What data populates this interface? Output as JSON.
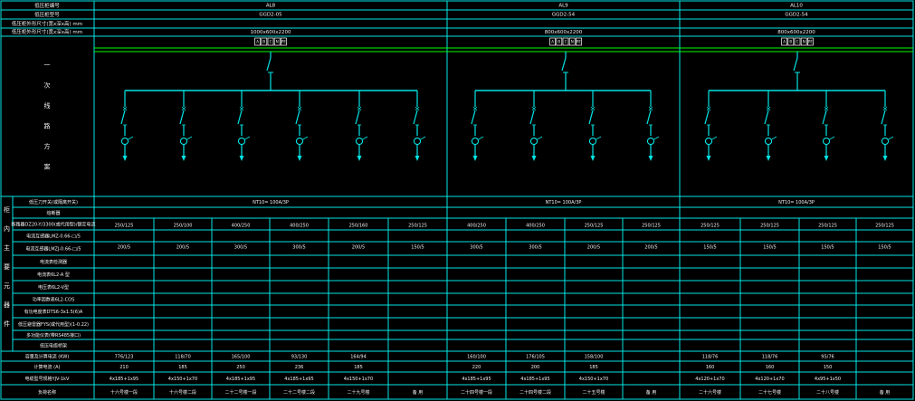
{
  "header": {
    "row_labels": [
      "低压柜编号",
      "低压柜型号",
      "低压柜外形尺寸(宽x深x高) mm"
    ],
    "panels": [
      {
        "id": "AL8",
        "model": "GGD2-05",
        "dims": "1000x600x2200"
      },
      {
        "id": "AL9",
        "model": "GGD2-54",
        "dims": "800x600x2200"
      },
      {
        "id": "AL10",
        "model": "GGD2-54",
        "dims": "800x600x2200"
      }
    ]
  },
  "primary_label": [
    "一",
    "次",
    "线",
    "路",
    "方",
    "案"
  ],
  "bus_tags": [
    "A",
    "B",
    "C",
    "N",
    "PE"
  ],
  "panel_feeders": [
    6,
    4,
    4
  ],
  "components": {
    "side_label": [
      "柜",
      "内",
      "主",
      "要",
      "元",
      "器",
      "件"
    ],
    "row_labels": [
      "低压刀开关(或隔离开关)",
      "熔断器",
      "断路器DZ20-Y/3300(或代用型)/额定电流",
      "电流互感器LMZ-0.66-□/5",
      "电流互感器LMZJ-0.66-□/5",
      "电流表检测器",
      "电流表6L2-A 型",
      "电压表6L2-V型",
      "功率因数表6L2-COS",
      "有功电度表DTS6-3x1.5(6)A",
      "低压避雷器FYS(或代用型)(1-0.22)",
      "多功能仪表(带RS485接口)",
      "低压电缆桥架"
    ],
    "panel_notes": [
      "NT10= 100A/3P",
      "NT10= 100A/3P",
      "NT10= 100A/3P"
    ],
    "breaker_ratings": [
      "250/125",
      "250/100",
      "400/250",
      "400/250",
      "250/160",
      "250/125",
      "400/250",
      "400/250",
      "250/125",
      "250/125",
      "250/125",
      "250/125",
      "250/125",
      "250/125"
    ],
    "ct_ratios": [
      "200/5",
      "200/5",
      "300/5",
      "300/5",
      "200/5",
      "150/5",
      "300/5",
      "300/5",
      "200/5",
      "200/5",
      "150/5",
      "150/5",
      "150/5",
      "150/5"
    ]
  },
  "footer": {
    "row_labels": [
      "容量及计算电流 (KW)",
      "计算电流 (A)",
      "电缆型号规格YJV-1kV",
      "负荷名称"
    ],
    "capacity": [
      "776/123",
      "118/70",
      "165/100",
      "93/130",
      "164/94",
      "",
      "160/100",
      "176/105",
      "158/100",
      "",
      "118/76",
      "118/76",
      "95/76",
      ""
    ],
    "current": [
      "210",
      "185",
      "250",
      "236",
      "185",
      "",
      "220",
      "200",
      "185",
      "",
      "160",
      "160",
      "150",
      ""
    ],
    "cable": [
      "4x185+1x95",
      "4x150+1x70",
      "4x185+1x95",
      "4x185+1x95",
      "4x150+1x70",
      "",
      "4x185+1x95",
      "4x185+1x95",
      "4x150+1x70",
      "",
      "4x120+1x70",
      "4x120+1x70",
      "4x95+1x50",
      ""
    ],
    "load": [
      "十六号楼一段",
      "十六号楼二段",
      "二十二号楼一段",
      "二十二号楼二段",
      "二十九号楼",
      "备 用",
      "二十四号楼一段",
      "二十四号楼二段",
      "二十五号楼",
      "备 用",
      "二十六号楼",
      "二十七号楼",
      "二十八号楼",
      "备 用"
    ]
  },
  "colors": {
    "grid": "#00e5e5",
    "wire": "#00e5e5",
    "text": "#f2f2f2",
    "bus_line": "#00ff00",
    "background": "#000000"
  }
}
